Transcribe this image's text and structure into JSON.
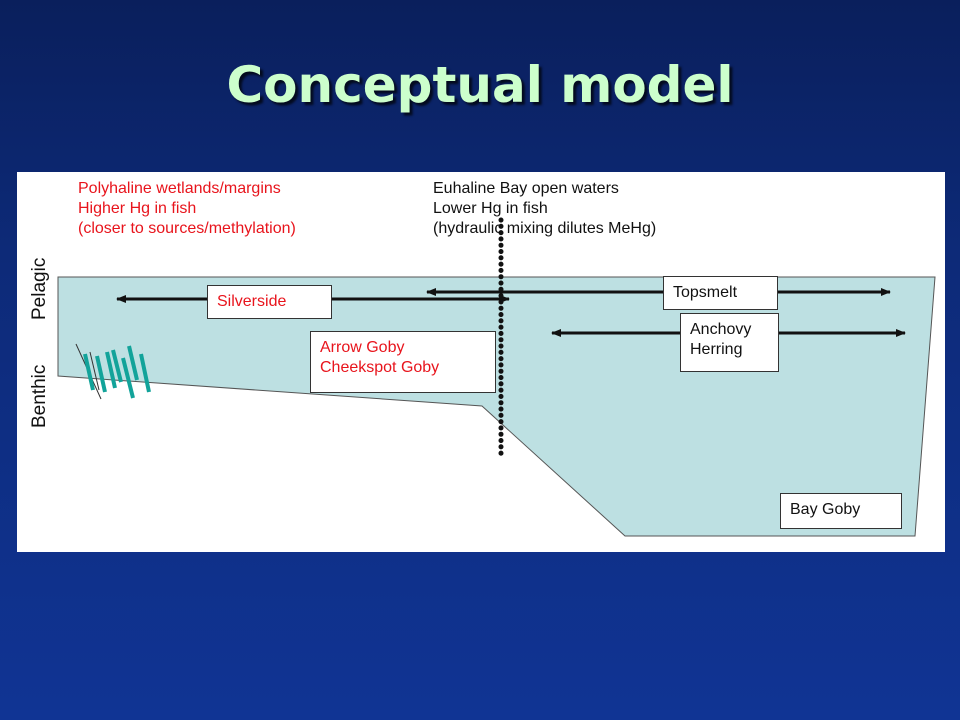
{
  "slide": {
    "title": "Conceptual model"
  },
  "zones": {
    "left": {
      "line1": "Polyhaline wetlands/margins",
      "line2": "Higher Hg in fish",
      "line3": "(closer to sources/methylation)",
      "color": "#e8141c"
    },
    "right": {
      "line1": "Euhaline Bay open waters",
      "line2": "Lower Hg in fish",
      "line3": "(hydraulic mixing dilutes MeHg)",
      "color": "#111111"
    }
  },
  "axis": {
    "pelagic": "Pelagic",
    "benthic": "Benthic"
  },
  "species": {
    "silverside": "Silverside",
    "arrow_goby": "Arrow Goby",
    "cheekspot_goby": "Cheekspot Goby",
    "topsmelt": "Topsmelt",
    "anchovy": "Anchovy",
    "herring": "Herring",
    "bay_goby": "Bay Goby"
  },
  "colors": {
    "water": "#bde0e2",
    "vegetation": "#12a39a",
    "red_text": "#e8141c"
  }
}
